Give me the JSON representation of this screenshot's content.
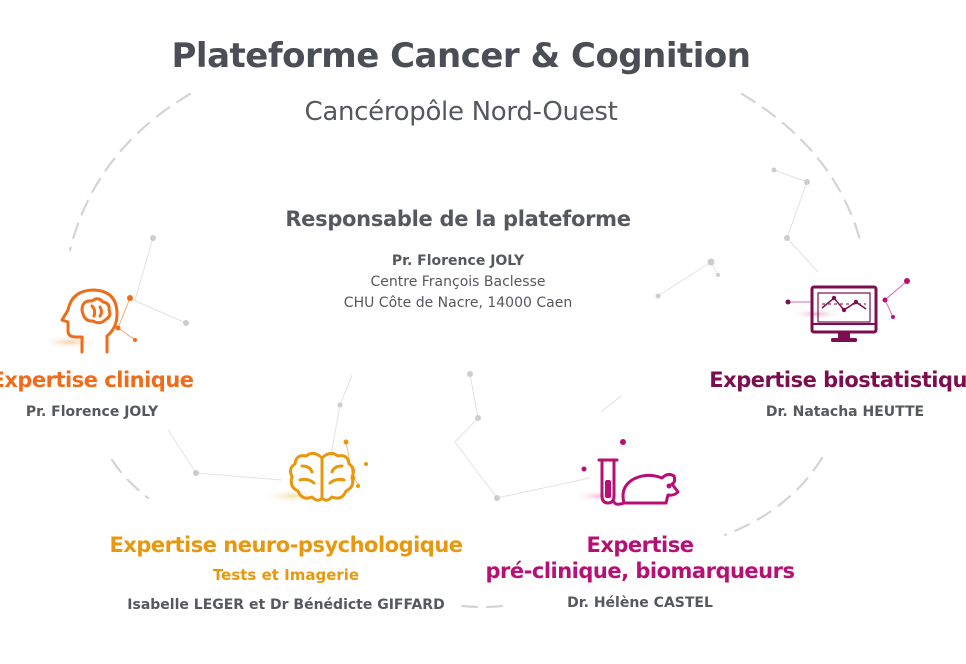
{
  "header": {
    "title": "Plateforme Cancer & Cognition",
    "subtitle": "Cancéropôle Nord-Ouest"
  },
  "responsable": {
    "heading": "Responsable de la plateforme",
    "name": "Pr. Florence JOLY",
    "center": "Centre François Baclesse",
    "address": "CHU Côte de Nacre, 14000 Caen"
  },
  "expertises": {
    "clinique": {
      "title": "Expertise clinique",
      "person": "Pr. Florence JOLY",
      "color": "#ef6d1a",
      "icon": "head-brain-icon"
    },
    "biostat": {
      "title": "Expertise biostatistique",
      "person": "Dr. Natacha HEUTTE",
      "color": "#7c0e4f",
      "icon": "monitor-chart-icon"
    },
    "neuro": {
      "title": "Expertise neuro-psychologique",
      "subtitle": "Tests et Imagerie",
      "person": "Isabelle LEGER et Dr Bénédicte GIFFARD",
      "color": "#e8980f",
      "icon": "brain-icon"
    },
    "preclinique": {
      "title_line1": "Expertise",
      "title_line2": "pré-clinique, biomarqueurs",
      "person": "Dr. Hélène CASTEL",
      "color": "#b80f74",
      "icon": "test-tube-mouse-icon"
    }
  },
  "colors": {
    "text": "#55585d",
    "title": "#4b4e54",
    "network": "#c9c9c9"
  }
}
